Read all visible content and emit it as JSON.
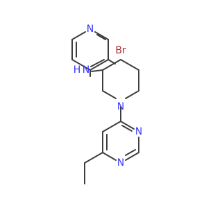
{
  "molecule": {
    "atoms": {
      "pyridine_n": "N",
      "bromine": "Br",
      "amine_n": "N",
      "amine_h": "H",
      "piperidine_n": "N",
      "pyrimidine_n1": "N",
      "pyrimidine_n2": "N"
    },
    "colors": {
      "carbon_bond": "#3d3d3d",
      "nitrogen": "#3333ff",
      "bromine": "#a52a2a"
    }
  }
}
